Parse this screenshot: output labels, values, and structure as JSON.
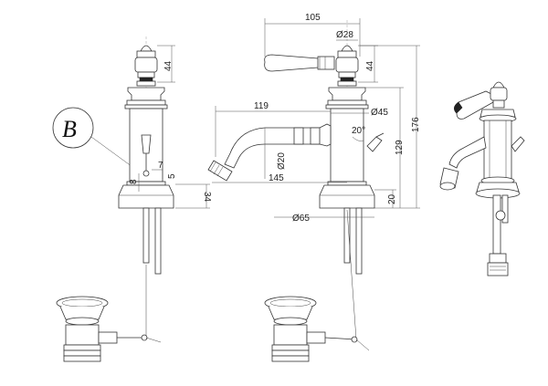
{
  "logo": {
    "letter": "B"
  },
  "front_view": {
    "dims": {
      "handle_height": "44",
      "lever_h": "7",
      "left_h": "8",
      "right_h": "5",
      "bottom_h": "34"
    }
  },
  "side_view": {
    "dims": {
      "handle_reach": "105",
      "handle_dia": "Ø28",
      "handle_height": "44",
      "spout_reach": "119",
      "body_dia": "Ø45",
      "angle": "20°",
      "spout_dia": "Ø20",
      "body_width": "145",
      "spout_height": "129",
      "total_height": "176",
      "base_height": "20",
      "base_dia": "Ø65"
    }
  }
}
